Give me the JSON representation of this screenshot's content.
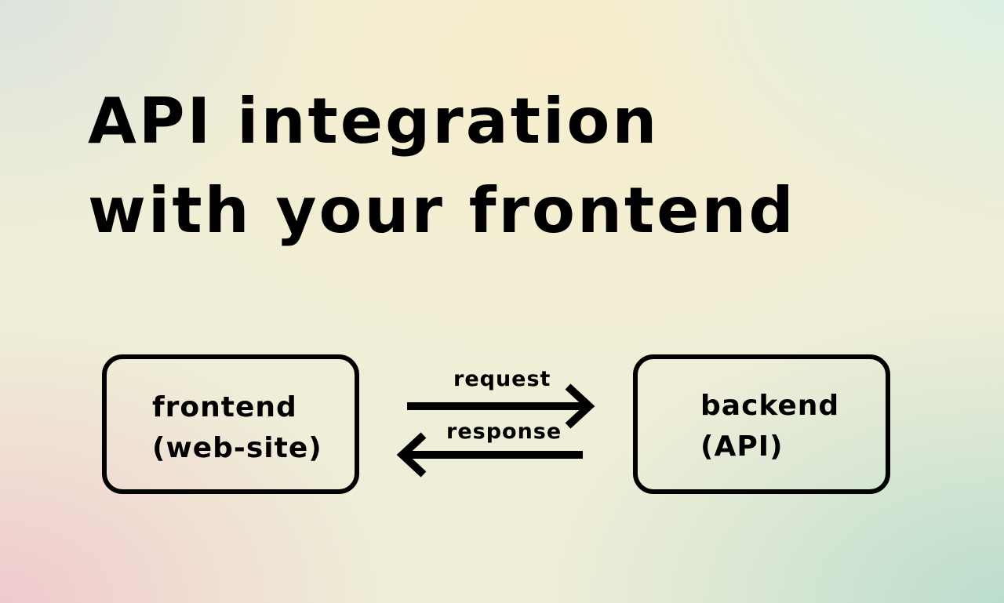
{
  "title": {
    "line1": "API integration",
    "line2": "with your frontend"
  },
  "diagram": {
    "frontend": {
      "line1": "frontend",
      "line2": "(web-site)"
    },
    "backend": {
      "line1": "backend",
      "line2": "(API)"
    },
    "request_label": "request",
    "response_label": "response"
  }
}
